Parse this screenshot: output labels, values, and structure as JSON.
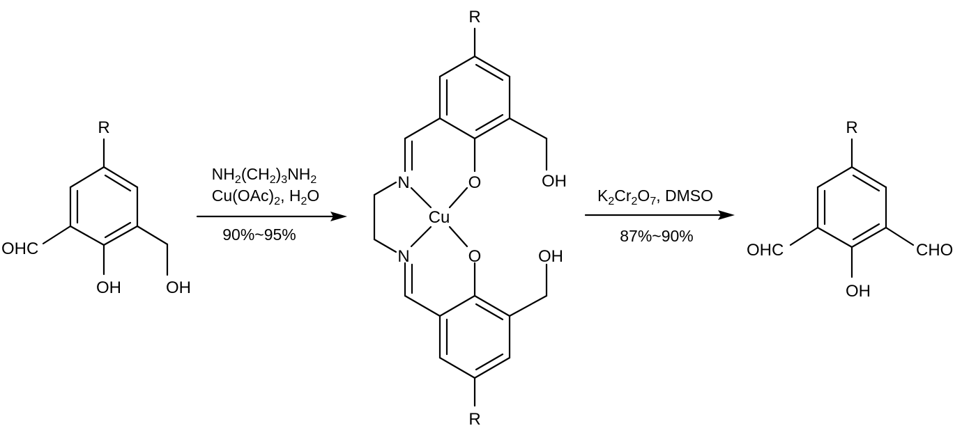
{
  "molecule1": {
    "r": "R",
    "cho": "OHC",
    "oh_phenol": "OH",
    "oh_alcohol": "OH"
  },
  "step1": {
    "line1_a": "NH",
    "line1_s1": "2",
    "line1_b": "(CH",
    "line1_s2": "2",
    "line1_c": ")",
    "line1_s3": "3",
    "line1_d": "NH",
    "line1_s4": "2",
    "line2_a": "Cu(OAc)",
    "line2_s1": "2",
    "line2_b": ", H",
    "line2_s2": "2",
    "line2_c": "O",
    "yield": "90%~95%"
  },
  "complex": {
    "r_top": "R",
    "r_bottom": "R",
    "n_top": "N",
    "n_bottom": "N",
    "o_top": "O",
    "o_bottom": "O",
    "cu": "Cu",
    "oh_top": "OH",
    "oh_bottom": "OH"
  },
  "step2": {
    "line1_a": "K",
    "line1_s1": "2",
    "line1_b": "Cr",
    "line1_s2": "2",
    "line1_c": "O",
    "line1_s3": "7",
    "line1_d": ", DMSO",
    "yield": "87%~90%"
  },
  "molecule3": {
    "r": "R",
    "cho_left": "OHC",
    "cho_right": "CHO",
    "oh": "OH"
  }
}
